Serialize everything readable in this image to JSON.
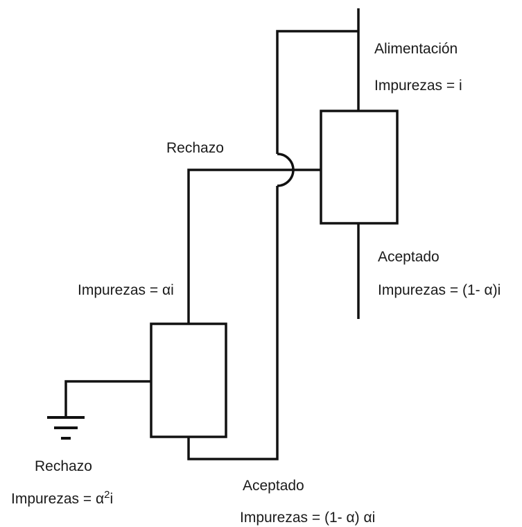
{
  "labels": {
    "feed_title": "Alimentación",
    "feed_impurities": "Impurezas = i",
    "reject_top": "Rechazo",
    "first_reject_impurities": "Impurezas = αi",
    "accepted_right_title": "Aceptado",
    "accepted_right_impurities": "Impurezas = (1- α)i",
    "reject_bottom": "Rechazo",
    "final_reject_prefix": "Impurezas = α",
    "final_reject_exponent": "2",
    "final_reject_suffix": "i",
    "accepted_bottom_title": "Aceptado",
    "accepted_bottom_impurities": "Impurezas = (1- α) αi"
  }
}
